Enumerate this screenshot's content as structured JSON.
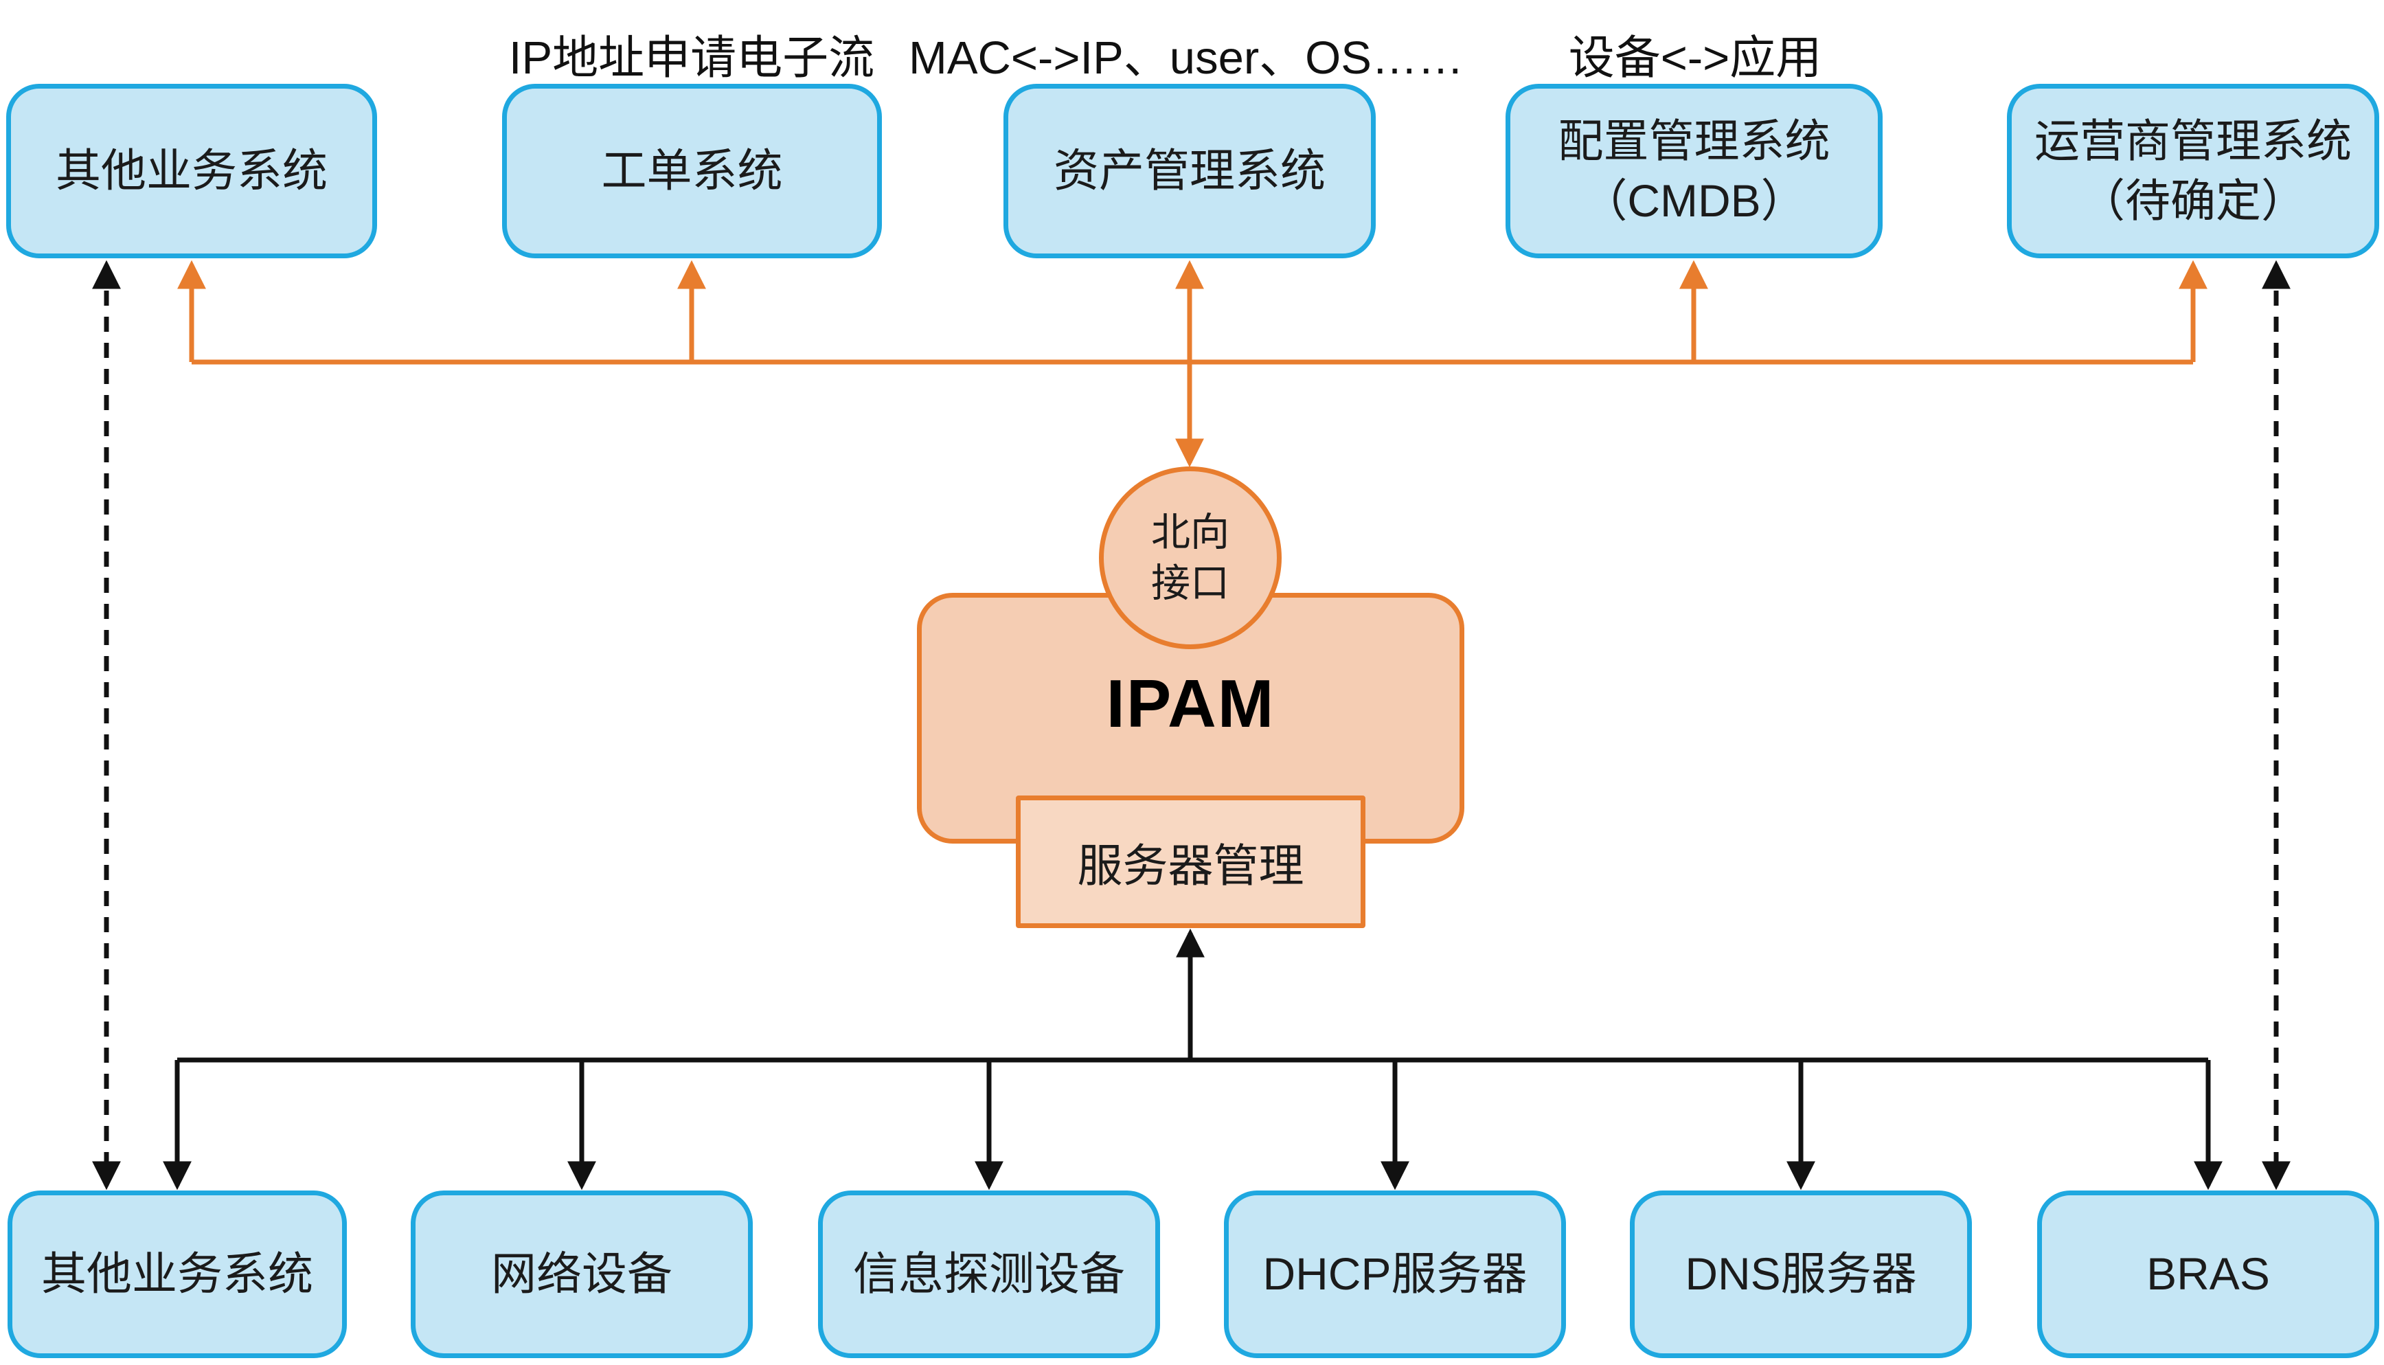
{
  "colors": {
    "blue_fill": "#C5E6F5",
    "blue_border": "#1FA8E0",
    "orange": "#E87D2E",
    "orange_fill": "#F5CDB3",
    "orange_fill_light": "#F8D8C2",
    "line_black": "#111111"
  },
  "annotations": [
    {
      "text": "IP地址申请电子流"
    },
    {
      "text": "MAC<->IP、user、OS……"
    },
    {
      "text": "设备<->应用"
    }
  ],
  "top_nodes": [
    {
      "label": "其他业务系统"
    },
    {
      "label": "工单系统"
    },
    {
      "label": "资产管理系统"
    },
    {
      "label": "配置管理系统",
      "label2": "（CMDB）"
    },
    {
      "label": "运营商管理系统",
      "label2": "（待确定）"
    }
  ],
  "core": {
    "interface_line1": "北向",
    "interface_line2": "接口",
    "ipam": "IPAM",
    "server_mgmt": "服务器管理"
  },
  "bottom_nodes": [
    {
      "label": "其他业务系统"
    },
    {
      "label": "网络设备"
    },
    {
      "label": "信息探测设备"
    },
    {
      "label": "DHCP服务器"
    },
    {
      "label": "DNS服务器"
    },
    {
      "label": "BRAS"
    }
  ]
}
